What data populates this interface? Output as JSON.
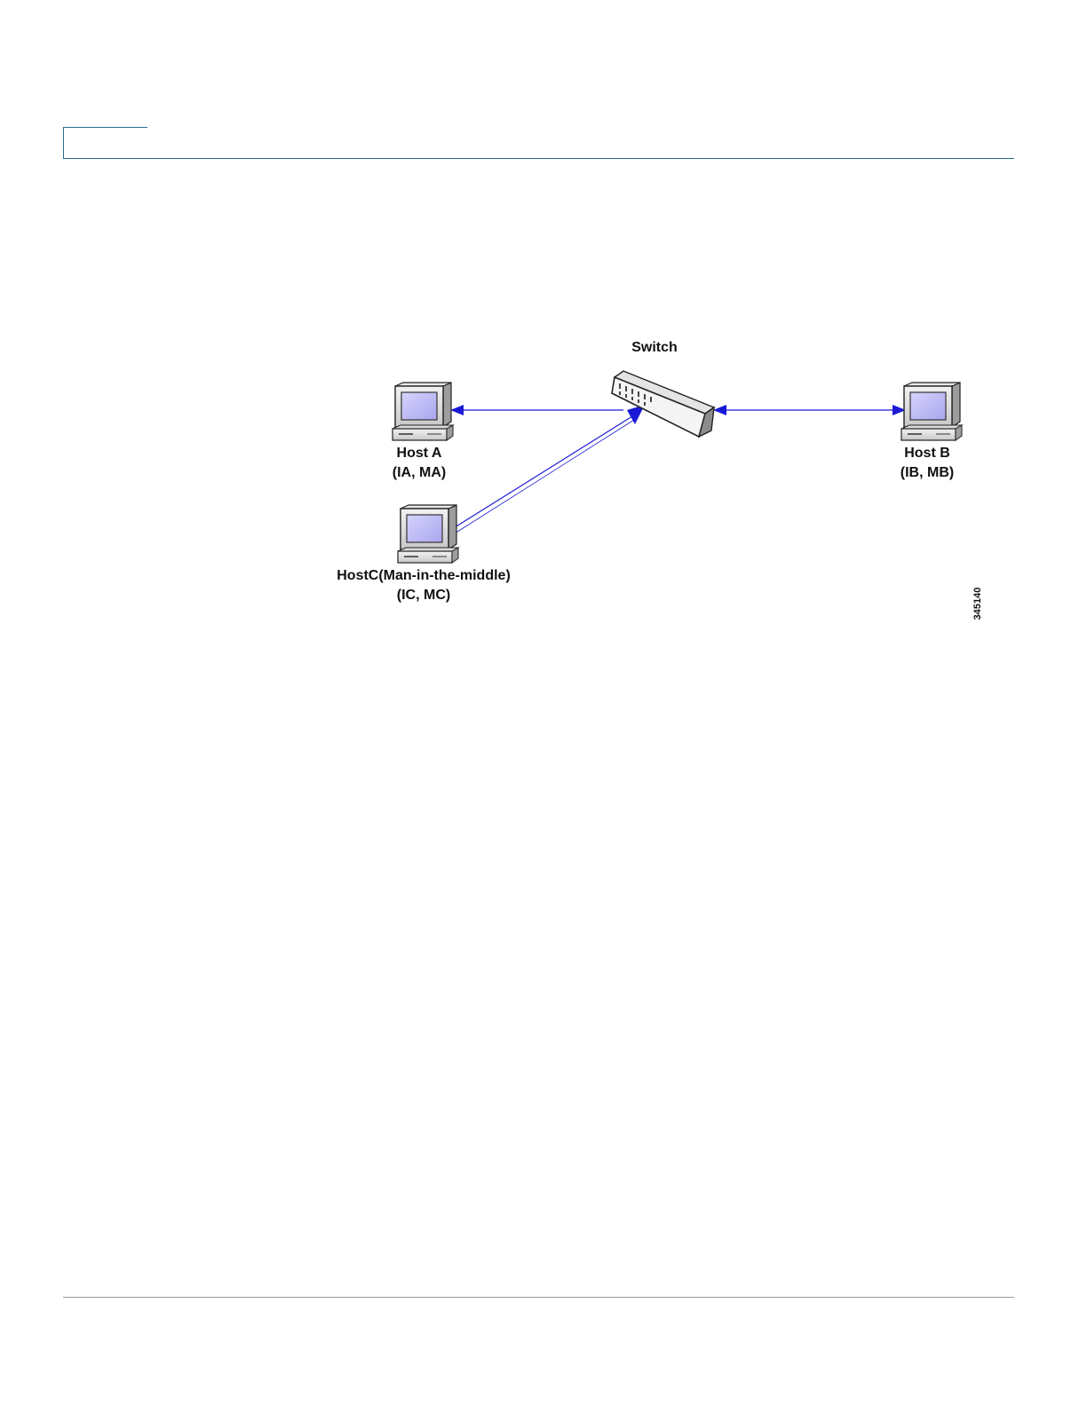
{
  "diagram": {
    "switch": {
      "label": "Switch"
    },
    "hosts": [
      {
        "name": "Host A",
        "addresses": "(IA, MA)"
      },
      {
        "name": "Host B",
        "addresses": "(IB, MB)"
      },
      {
        "name": "HostC(Man-in-the-middle)",
        "addresses": "(IC, MC)"
      }
    ],
    "figure_id": "345140",
    "colors": {
      "link": "#1a1ad6",
      "screen": "#b7b4f3",
      "header_rule": "#2b6a8f"
    }
  }
}
